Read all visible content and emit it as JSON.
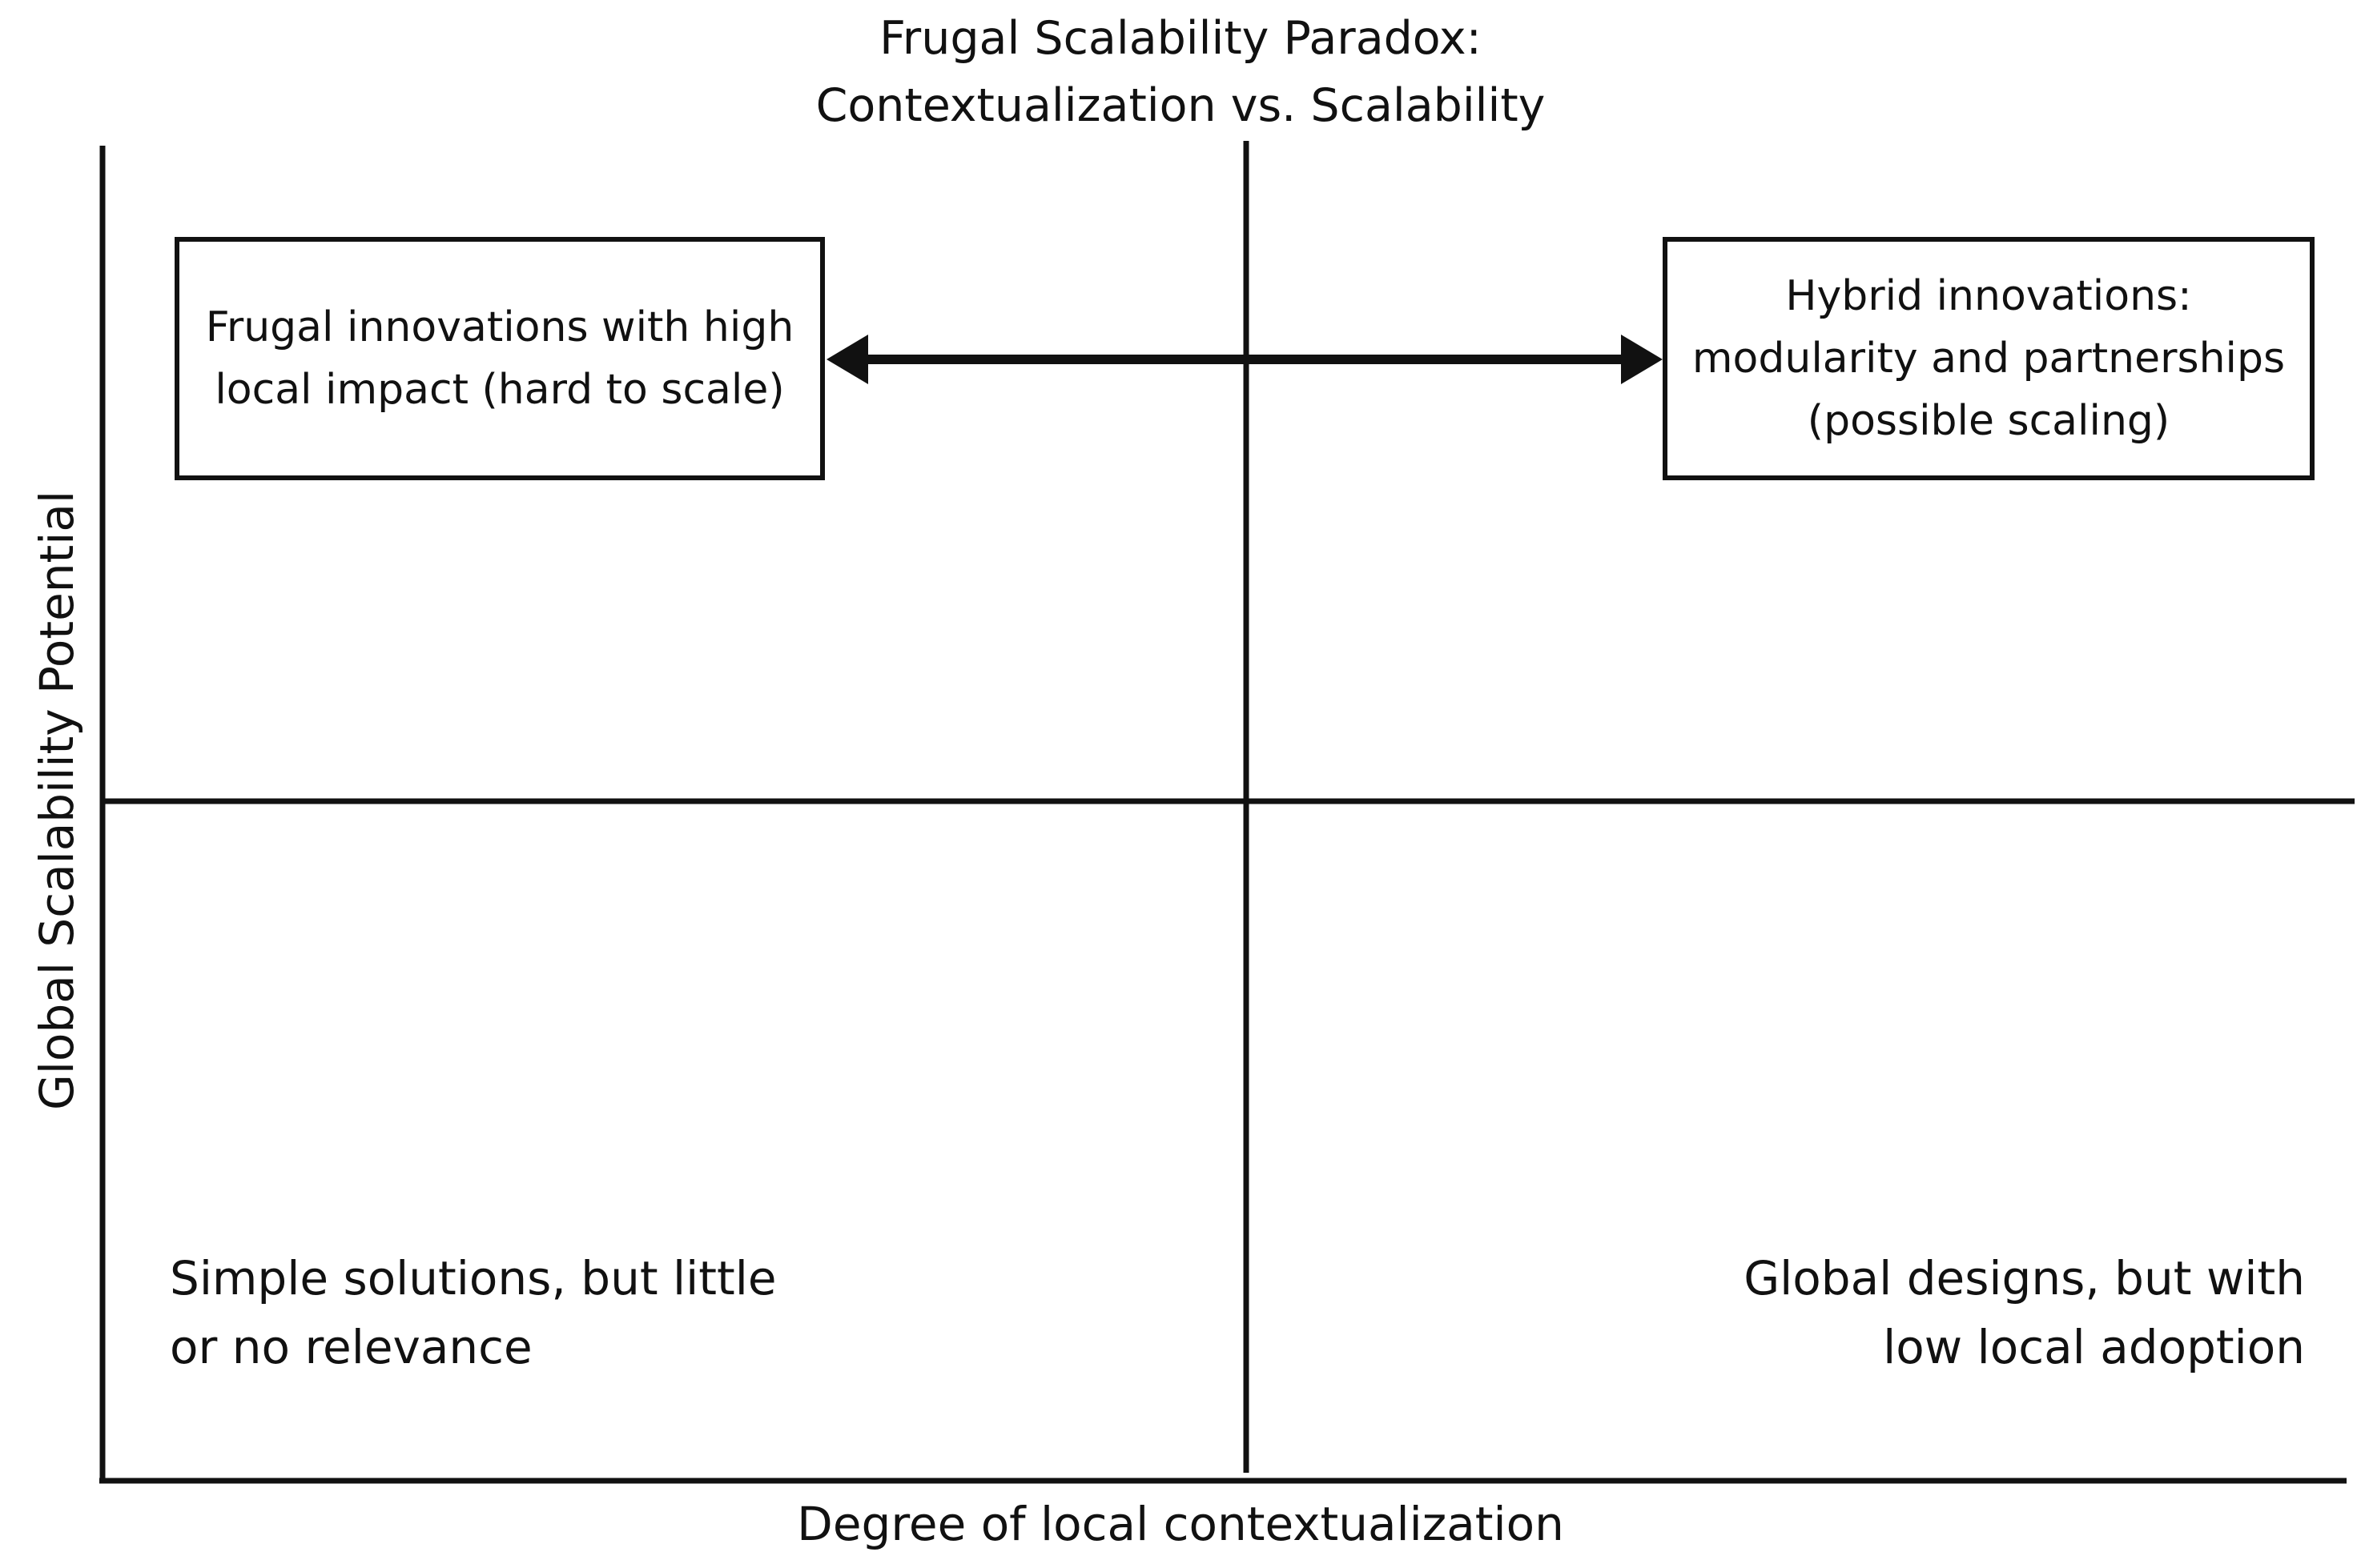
{
  "title": {
    "line1": "Frugal Scalability Paradox:",
    "line2": "Contextualization vs. Scalability"
  },
  "axes": {
    "x_label": "Degree of local contextualization",
    "y_label": "Global Scalability Potential"
  },
  "quadrants": {
    "top_left": {
      "lines": [
        "Frugal innovations with high",
        "local impact (hard to scale)"
      ]
    },
    "top_right": {
      "lines": [
        "Hybrid innovations:",
        "modularity and partnerships",
        "(possible scaling)"
      ]
    },
    "bottom_left": {
      "lines": [
        "Simple solutions, but little",
        "or no relevance"
      ]
    },
    "bottom_right": {
      "lines": [
        "Global designs, but with",
        "low local adoption"
      ]
    }
  },
  "colors": {
    "stroke": "#111111",
    "background": "#ffffff"
  }
}
